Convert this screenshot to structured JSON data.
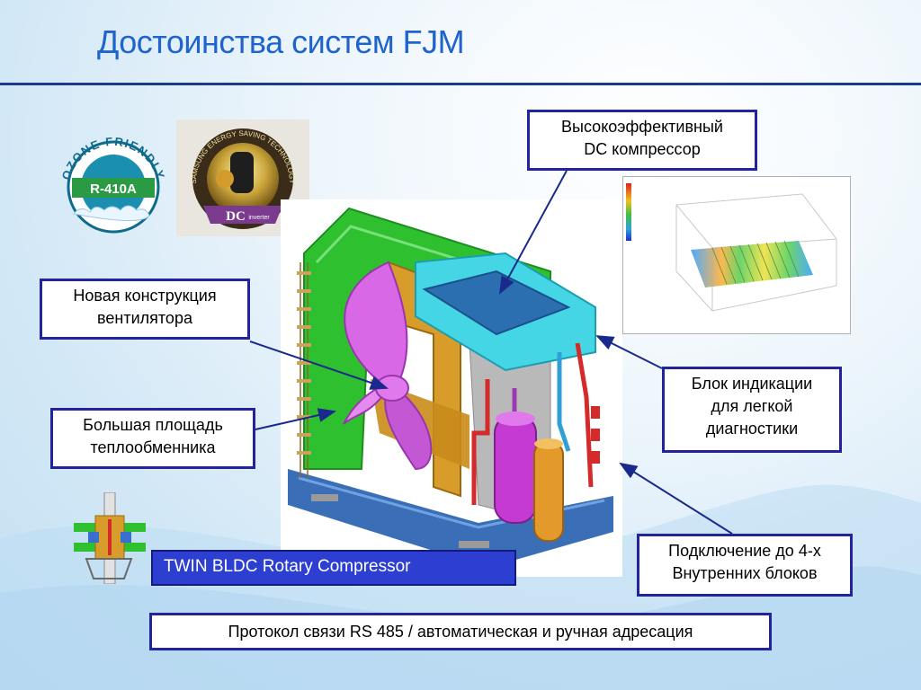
{
  "slide": {
    "title": "Достоинства  систем FJM"
  },
  "logos": {
    "ozone_ring": "OZONE FRIENDLY",
    "ozone_center": "R-410A",
    "samsung_ring": "SAMSUNG ENERGY SAVING TECHNOLOGY",
    "samsung_center": "DC",
    "samsung_center_sub": "inverter"
  },
  "callouts": {
    "compressor": [
      "Высокоэффективный",
      "DC компрессор"
    ],
    "fan": [
      "Новая конструкция",
      "вентилятора"
    ],
    "heat_exchanger": [
      "Большая площадь",
      "теплообменника"
    ],
    "diagnostics": [
      "Блок индикации",
      "для легкой",
      "диагностики"
    ],
    "connection": [
      "Подключение до 4-х",
      "Внутренних блоков"
    ]
  },
  "badge_text": "TWIN BLDC Rotary Compressor",
  "footer_text": "Протокол связи RS 485 / автоматическая и ручная адресация",
  "colors": {
    "title": "#1f63cc",
    "callout_border": "#23239b",
    "badge_bg": "#2c3fd1",
    "unit_green": "#2fc02f",
    "unit_cyan": "#45d6e6",
    "fan_purple": "#d868e6",
    "compressor_purple": "#c43ad2",
    "compressor_gold": "#e39a2a"
  }
}
